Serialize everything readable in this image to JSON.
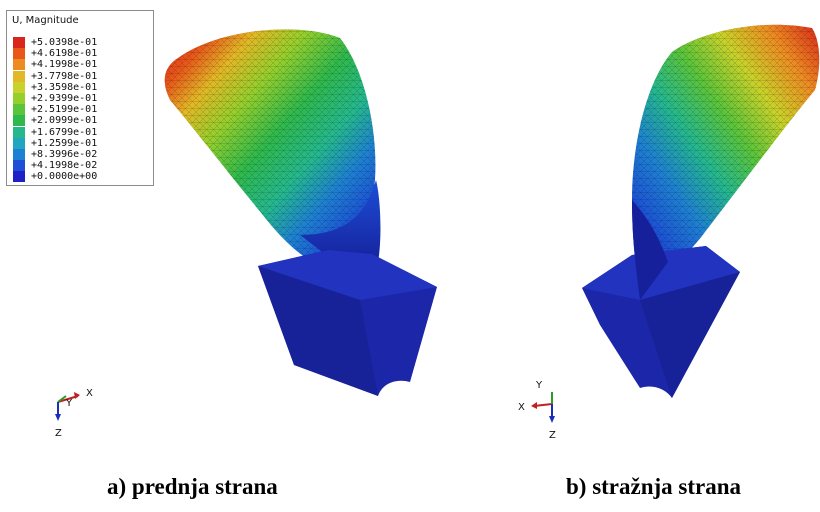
{
  "legend": {
    "title": "U, Magnitude",
    "entries": [
      {
        "label": "+5.0398e-01",
        "color": "#d8261a"
      },
      {
        "label": "+4.6198e-01",
        "color": "#e8561a"
      },
      {
        "label": "+4.1998e-01",
        "color": "#ee8a22"
      },
      {
        "label": "+3.7798e-01",
        "color": "#e2b826"
      },
      {
        "label": "+3.3598e-01",
        "color": "#c9d22a"
      },
      {
        "label": "+2.9399e-01",
        "color": "#95cf2c"
      },
      {
        "label": "+2.5199e-01",
        "color": "#5bc43a"
      },
      {
        "label": "+2.0999e-01",
        "color": "#2fb94c"
      },
      {
        "label": "+1.6799e-01",
        "color": "#25b88e"
      },
      {
        "label": "+1.2599e-01",
        "color": "#20a6be"
      },
      {
        "label": "+8.3996e-02",
        "color": "#1e80d2"
      },
      {
        "label": "+4.1998e-02",
        "color": "#1c4ed6"
      },
      {
        "label": "+0.0000e+00",
        "color": "#1c22c8"
      }
    ]
  },
  "axes_a": {
    "x": "X",
    "y": "Y",
    "z": "Z"
  },
  "axes_b": {
    "x": "X",
    "y": "Y",
    "z": "Z"
  },
  "captions": {
    "a": "a) prednja strana",
    "b": "b) stražnja strana"
  }
}
